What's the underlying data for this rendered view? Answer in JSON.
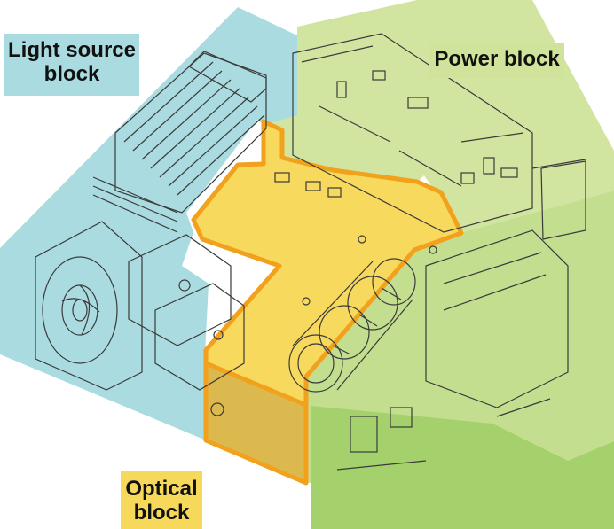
{
  "labels": {
    "light_source": {
      "line1": "Light source",
      "line2": "block"
    },
    "power": {
      "line1": "Power block"
    },
    "optical": {
      "line1": "Optical",
      "line2": "block"
    }
  },
  "colors": {
    "light_source_fill": "#a9dbe0",
    "light_source_side": "#8ecfd8",
    "power_fill": "#cfe39a",
    "power_side": "#a9d26a",
    "optical_fill": "#f6d85a",
    "optical_side": "#d9b84e",
    "optical_outline": "#f2a11c",
    "line_art": "#3a3a3a"
  }
}
